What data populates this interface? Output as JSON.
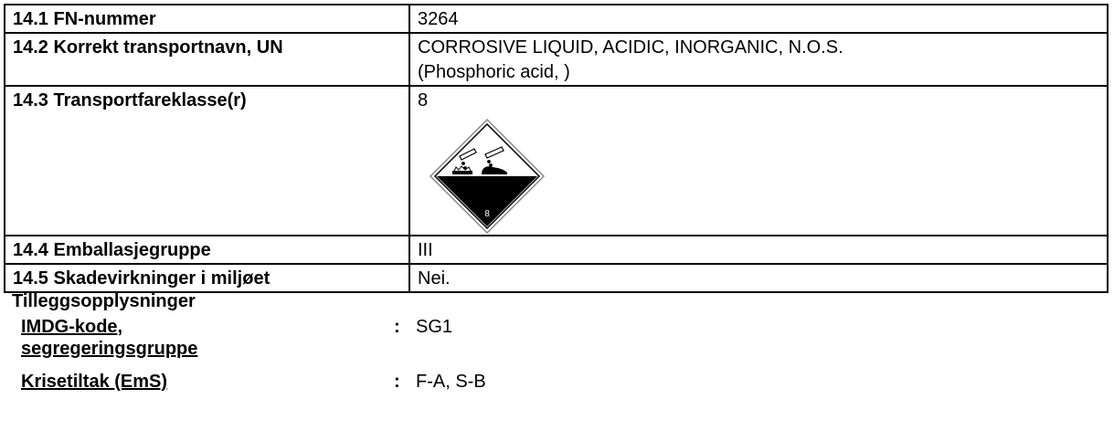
{
  "rows": [
    {
      "label": "14.1 FN-nummer",
      "value": [
        "3264"
      ]
    },
    {
      "label": "14.2 Korrekt transportnavn, UN",
      "value": [
        "CORROSIVE LIQUID, ACIDIC, INORGANIC, N.O.S.",
        "(Phosphoric acid, )"
      ]
    },
    {
      "label": "14.3 Transportfareklasse(r)",
      "value": [
        "8"
      ],
      "placard": {
        "icon": "corrosive-hazard-placard-icon",
        "class_number": "8"
      }
    },
    {
      "label": "14.4 Emballasjegruppe",
      "value": [
        "III"
      ]
    },
    {
      "label": "14.5 Skadevirkninger i miljøet",
      "value": [
        "Nei."
      ]
    }
  ],
  "additional": {
    "title": "Tilleggsopplysninger",
    "items": [
      {
        "key_lines": [
          "IMDG-kode,",
          "segregeringsgruppe"
        ],
        "colon": ":",
        "value": "SG1"
      },
      {
        "key_lines": [
          "Krisetiltak (EmS)"
        ],
        "colon": ":",
        "value": "F-A, S-B"
      }
    ]
  }
}
